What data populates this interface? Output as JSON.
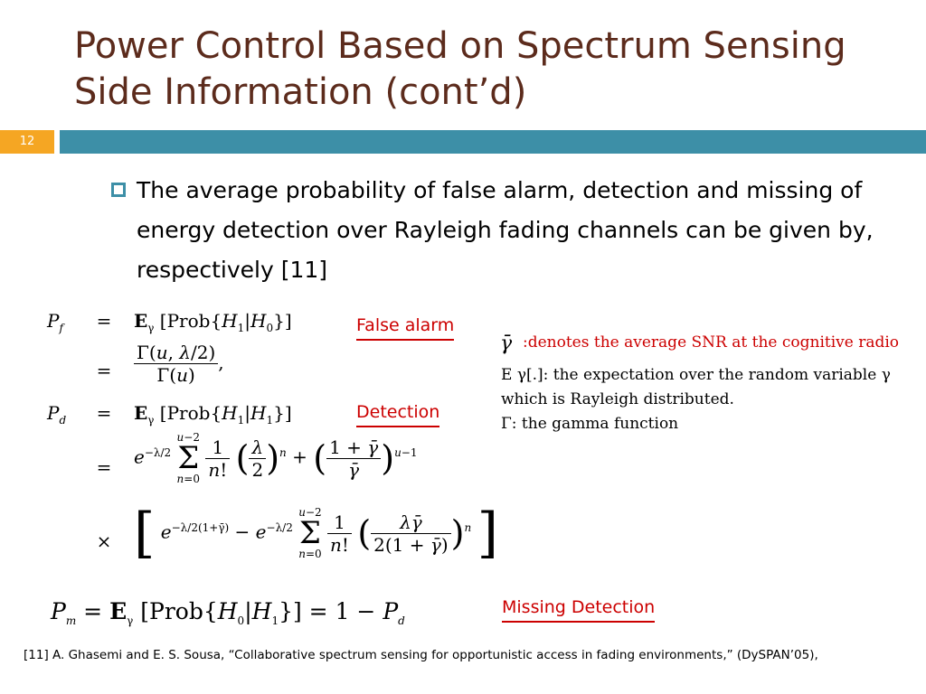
{
  "title": "Power Control Based on Spectrum Sensing Side Information (cont’d)",
  "slide_number": "12",
  "bullet": "The average probability of false alarm, detection and missing of energy detection over Rayleigh fading channels can be given by, respectively [11]",
  "labels": {
    "false_alarm": "False alarm",
    "detection": "Detection",
    "missing_detection": "Missing Detection"
  },
  "notes": {
    "snr_symbol": "γ̄",
    "snr": ":denotes the average SNR at the cognitive radio",
    "expectation": "E γ[.]: the expectation over the random variable γ which is Rayleigh distributed.",
    "gamma": "Γ: the gamma function"
  },
  "equations": {
    "pf_lhs": "P_f",
    "pf_line1": "Eγ [Prob{H1|H0}]",
    "pf_line2_num": "Γ(u, λ/2)",
    "pf_line2_den": "Γ(u)",
    "pd_lhs": "P_d",
    "pd_line1": "Eγ [Prob{H1|H1}]",
    "pm": "P_m = Eγ [Prob{H0|H1}] = 1 − P_d"
  },
  "footnote": "[11] A. Ghasemi and E. S. Sousa, “Collaborative spectrum sensing for opportunistic access in fading environments,” (DySPAN’05),",
  "colors": {
    "title": "#5c2b1c",
    "accent_bar": "#3d8fa7",
    "slide_number_bg": "#f5a623",
    "label_red": "#cc0000"
  }
}
